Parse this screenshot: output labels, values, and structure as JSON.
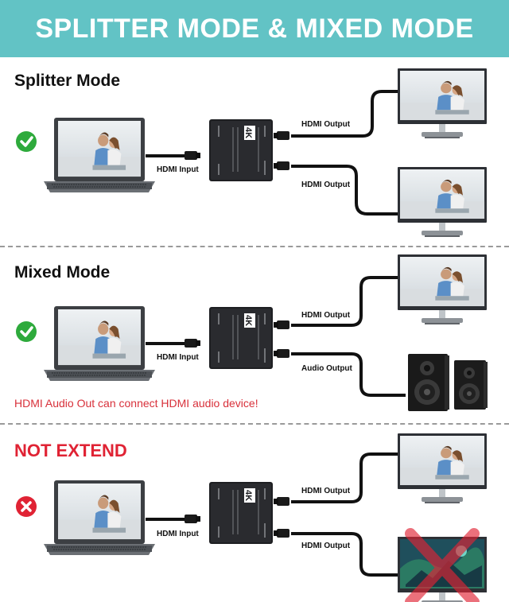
{
  "banner": {
    "title": "SPLITTER MODE & MIXED MODE"
  },
  "sections": [
    {
      "title": "Splitter Mode",
      "input_label": "HDMI Input",
      "output1_label": "HDMI Output",
      "output2_label": "HDMI Output",
      "status": "check"
    },
    {
      "title": "Mixed Mode",
      "input_label": "HDMI Input",
      "output1_label": "HDMI Output",
      "output2_label": "Audio Output",
      "status": "check",
      "note": "HDMI Audio Out can connect HDMI audio device!"
    },
    {
      "title": "NOT EXTEND",
      "input_label": "HDMI Input",
      "output1_label": "HDMI Output",
      "output2_label": "HDMI Output",
      "status": "cross"
    }
  ],
  "device": {
    "logo": "4K"
  },
  "colors": {
    "banner": "#62c3c5",
    "check": "#2eaa3c",
    "cross": "#e02334",
    "not_extend": "#e02334"
  }
}
